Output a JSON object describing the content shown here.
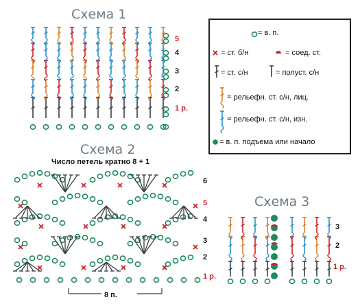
{
  "scheme1": {
    "title": "Схема 1",
    "rows": [
      "5",
      "4",
      "3",
      "2",
      "1 р."
    ]
  },
  "scheme2": {
    "title": "Схема 2",
    "subtitle": "Число петель кратно 8 + 1",
    "rows": [
      "6",
      "5",
      "4",
      "3",
      "2",
      "1 р."
    ],
    "repeat": "8 п."
  },
  "scheme3": {
    "title": "Схема 3",
    "rows": [
      "3",
      "2",
      "1 р."
    ]
  },
  "legend": {
    "items": [
      {
        "symbol": "chain",
        "text": "= в. п."
      },
      {
        "symbol": "sc",
        "text": "= ст. б/н"
      },
      {
        "symbol": "slip",
        "text": "= соед. ст."
      },
      {
        "symbol": "dc",
        "text": "= ст. с/н"
      },
      {
        "symbol": "hdc",
        "text": "= полуст. с/н"
      },
      {
        "symbol": "fpdc",
        "text": "= рельефн. ст. с/н, лиц."
      },
      {
        "symbol": "bpdc",
        "text": "= рельефн. ст. с/н, изн."
      },
      {
        "symbol": "start",
        "text": "= в. п. подъема или начало"
      }
    ]
  },
  "colors": {
    "green": "#1f8a5c",
    "red": "#c8232c",
    "orange": "#d9822b",
    "blue": "#2a8fc7",
    "dark": "#3a3f46"
  }
}
